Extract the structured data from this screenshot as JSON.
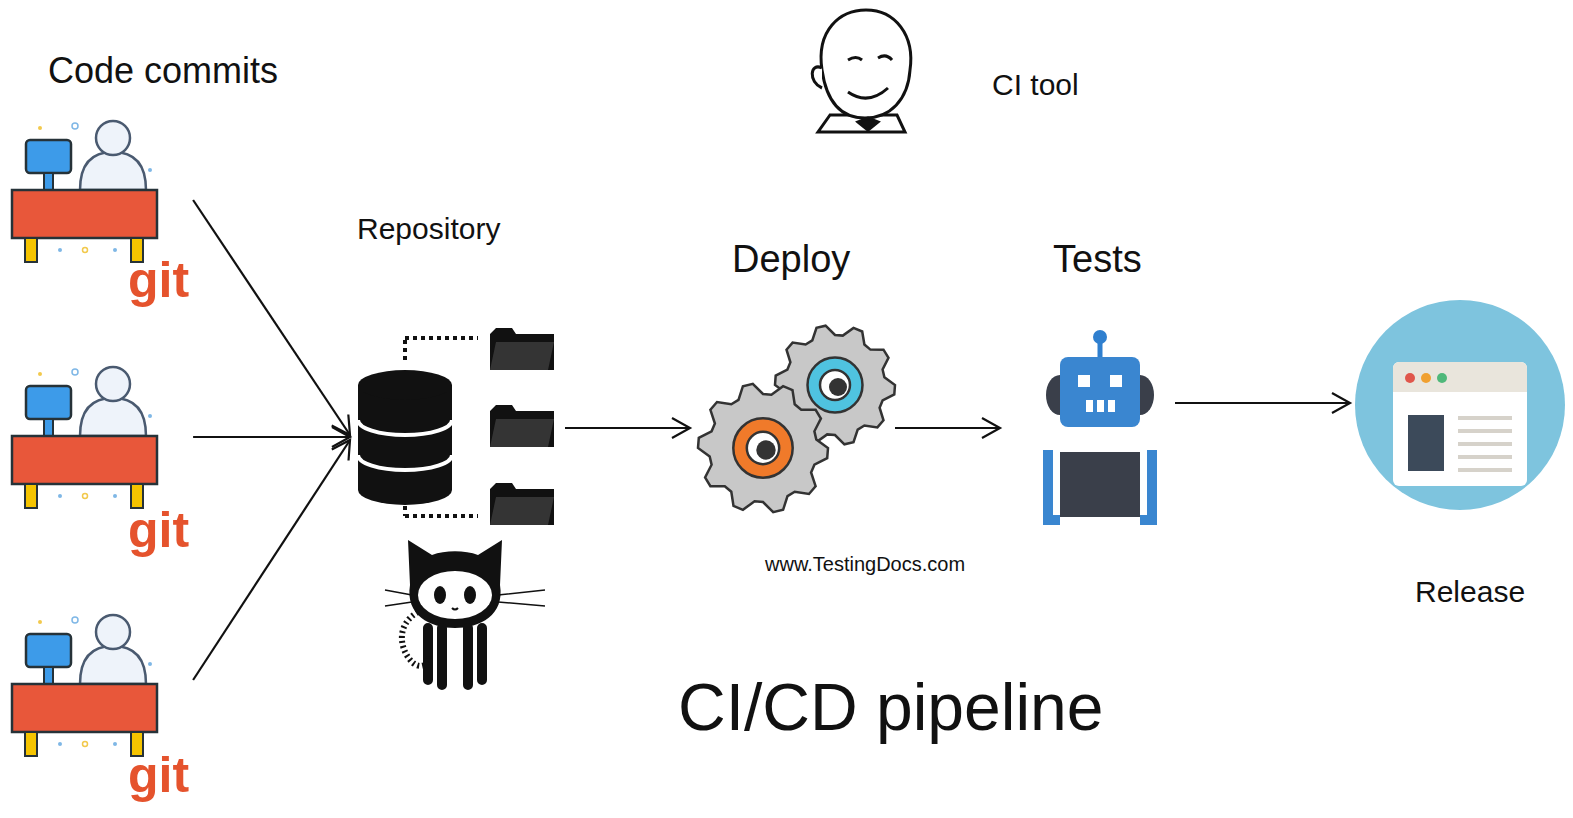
{
  "diagram": {
    "title": "CI/CD pipeline",
    "nodes": [
      {
        "text": [
          "git"
        ]
      },
      {
        "text": [
          "git"
        ]
      },
      {
        "text": [
          "git"
        ]
      },
      {
        "text": [
          "Repository"
        ]
      },
      {
        "text": [
          "Deploy"
        ]
      },
      {
        "text": [
          "Tests"
        ]
      },
      {
        "text": [
          "Release"
        ]
      }
    ],
    "edges": [
      {
        "from": 0,
        "to": 3,
        "arrow": "to"
      },
      {
        "from": 1,
        "to": 3,
        "arrow": "to"
      },
      {
        "from": 2,
        "to": 3,
        "arrow": "to"
      },
      {
        "from": 3,
        "to": 4,
        "arrow": "to"
      },
      {
        "from": 4,
        "to": 5,
        "arrow": "to"
      },
      {
        "from": 5,
        "to": 6,
        "arrow": "to"
      }
    ],
    "labels": [
      "Code commits",
      "CI tool",
      "www.TestingDocs.com"
    ]
  }
}
